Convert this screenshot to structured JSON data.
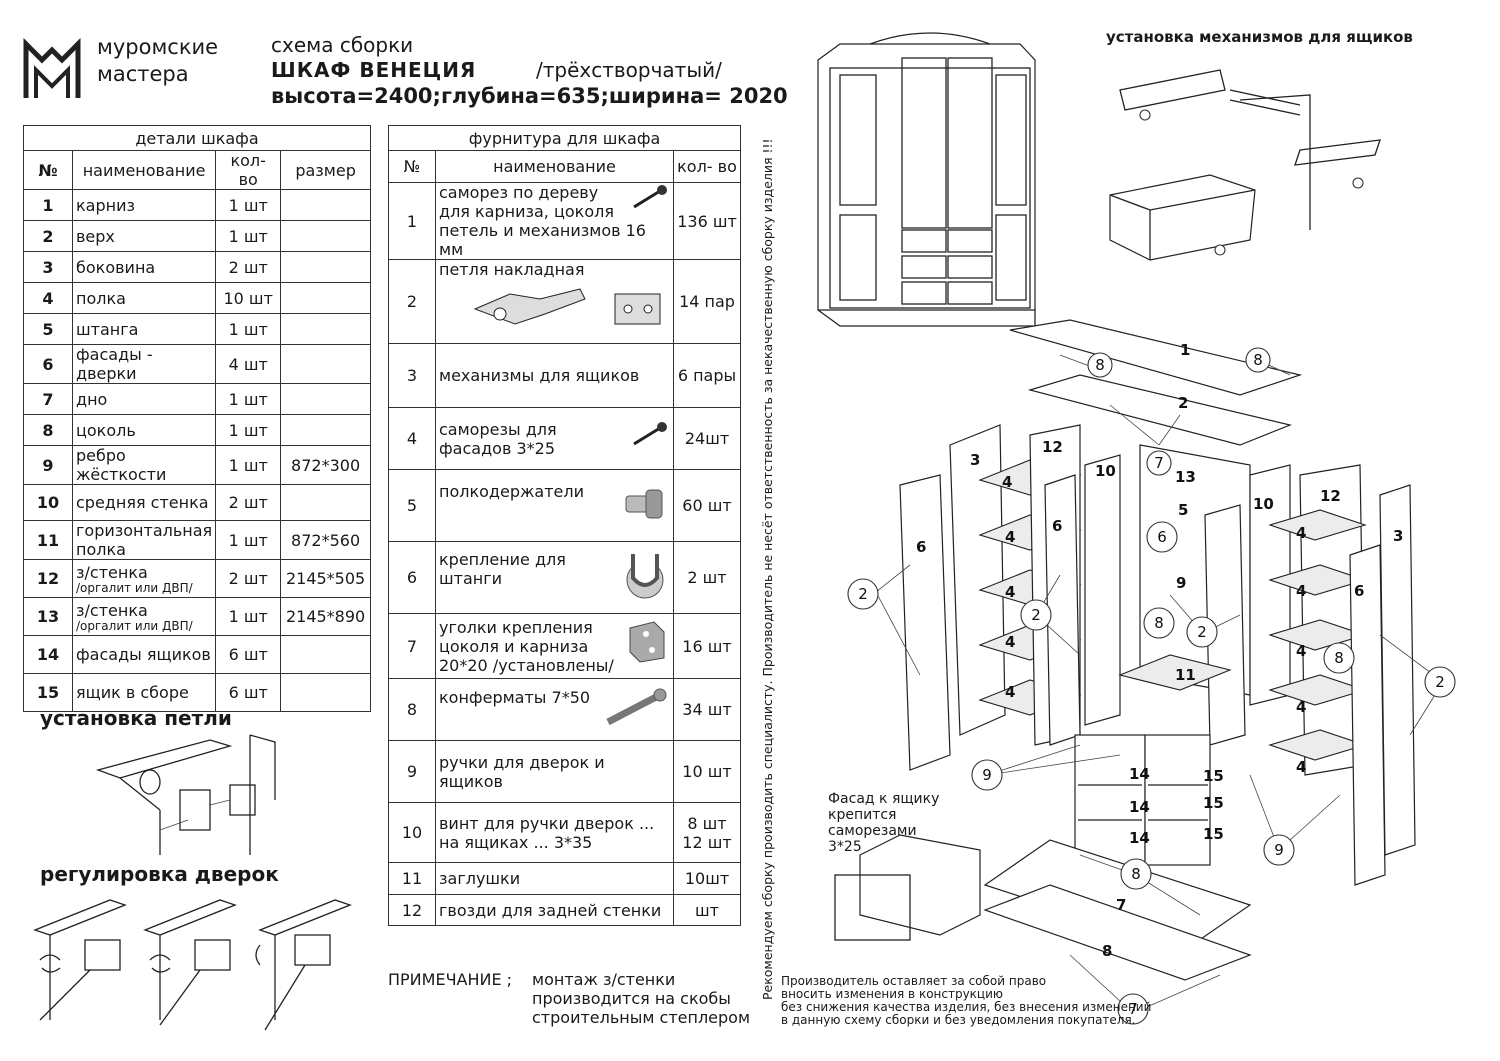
{
  "brand": {
    "line1": "муромские",
    "line2": "мастера"
  },
  "header": {
    "line1": "схема сборки",
    "line2": "ШКАФ  ВЕНЕЦИЯ",
    "variant": "/трёхстворчатый/",
    "line3": "высота=2400;глубина=635;ширина= 2020"
  },
  "parts": {
    "caption": "детали шкафа",
    "columns": [
      "№",
      "наименование",
      "кол- во",
      "размер"
    ],
    "rows": [
      {
        "n": "1",
        "name": "карниз",
        "qty": "1 шт",
        "size": "",
        "sub": ""
      },
      {
        "n": "2",
        "name": "верх",
        "qty": "1 шт",
        "size": "",
        "sub": ""
      },
      {
        "n": "3",
        "name": "боковина",
        "qty": "2 шт",
        "size": "",
        "sub": ""
      },
      {
        "n": "4",
        "name": "полка",
        "qty": "10 шт",
        "size": "",
        "sub": ""
      },
      {
        "n": "5",
        "name": "штанга",
        "qty": "1 шт",
        "size": "",
        "sub": ""
      },
      {
        "n": "6",
        "name": "фасады - дверки",
        "qty": "4 шт",
        "size": "",
        "sub": ""
      },
      {
        "n": "7",
        "name": "дно",
        "qty": "1 шт",
        "size": "",
        "sub": ""
      },
      {
        "n": "8",
        "name": "цоколь",
        "qty": "1 шт",
        "size": "",
        "sub": ""
      },
      {
        "n": "9",
        "name": "ребро жёсткости",
        "qty": "1 шт",
        "size": "872*300",
        "sub": ""
      },
      {
        "n": "10",
        "name": "средняя стенка",
        "qty": "2 шт",
        "size": "",
        "sub": ""
      },
      {
        "n": "11",
        "name": "горизонтальная полка",
        "qty": "1 шт",
        "size": "872*560",
        "sub": ""
      },
      {
        "n": "12",
        "name": "з/стенка",
        "qty": "2 шт",
        "size": "2145*505",
        "sub": "/оргалит или ДВП/"
      },
      {
        "n": "13",
        "name": "з/стенка",
        "qty": "1 шт",
        "size": "2145*890",
        "sub": "/оргалит или ДВП/"
      },
      {
        "n": "14",
        "name": "фасады ящиков",
        "qty": "6 шт",
        "size": "",
        "sub": ""
      },
      {
        "n": "15",
        "name": "ящик в сборе",
        "qty": "6 шт",
        "size": "",
        "sub": ""
      }
    ]
  },
  "hardware": {
    "caption": "фурнитура для шкафа",
    "columns": [
      "№",
      "наименование",
      "кол- во"
    ],
    "rows": [
      {
        "n": "1",
        "name": "саморез по дереву для карниза, цоколя петель и механизмов  16 мм",
        "qty": "136 шт",
        "icon": "screw-icon"
      },
      {
        "n": "2",
        "name": "петля накладная",
        "qty": "14 пар",
        "icon": "hinge-icon"
      },
      {
        "n": "3",
        "name": "механизмы для ящиков",
        "qty": "6 пары",
        "icon": ""
      },
      {
        "n": "4",
        "name": "саморезы для фасадов 3*25",
        "qty": "24шт",
        "icon": "screw-icon"
      },
      {
        "n": "5",
        "name": "полкодержатели",
        "qty": "60 шт",
        "icon": "shelf-support-icon"
      },
      {
        "n": "6",
        "name": "крепление для штанги",
        "qty": "2 шт",
        "icon": "rod-holder-icon"
      },
      {
        "n": "7",
        "name": "уголки крепления цоколя и карниза 20*20 /установлены/",
        "qty": "16 шт",
        "icon": "corner-bracket-icon"
      },
      {
        "n": "8",
        "name": "конферматы 7*50",
        "qty": "34 шт",
        "icon": "confirmat-icon"
      },
      {
        "n": "9",
        "name": "ручки для дверок и ящиков",
        "qty": "10 шт",
        "icon": ""
      },
      {
        "n": "10",
        "name": "винт для ручки дверок ... на ящиках ... 3*35",
        "qty": "8 шт 12 шт",
        "icon": ""
      },
      {
        "n": "11",
        "name": "заглушки",
        "qty": "10шт",
        "icon": ""
      },
      {
        "n": "12",
        "name": "гвозди для задней стенки",
        "qty": "шт",
        "icon": ""
      }
    ]
  },
  "sections": {
    "hinge_install": "установка  петли",
    "door_adjust": "регулировка дверок",
    "drawer_mech": "установка механизмов для ящиков"
  },
  "note": {
    "label": "ПРИМЕЧАНИЕ ;",
    "text1": "монтаж з/стенки",
    "text2": "производится на скобы",
    "text3": "строительным степлером"
  },
  "vertical_note": "Рекомендуем сборку производить специалисту. Производитель не несёт ответственность за некачественную сборку изделия !!!",
  "drawer_front_note": {
    "l1": "Фасад к ящику",
    "l2": "крепится",
    "l3": "саморезами",
    "l4": "3*25"
  },
  "disclaimer": {
    "l1": "Производитель оставляет за собой право",
    "l2": "вносить изменения в конструкцию",
    "l3": "без снижения качества изделия, без внесения изменений",
    "l4": "в данную схему сборки и без уведомления покупателя."
  },
  "labels": {
    "n1": "1",
    "n2": "2",
    "n3": "3",
    "n4": "4",
    "n5": "5",
    "n6": "6",
    "n7": "7",
    "n8": "8",
    "n9": "9",
    "n10": "10",
    "n11": "11",
    "n12": "12",
    "n13": "13",
    "n14": "14",
    "n15": "15"
  }
}
